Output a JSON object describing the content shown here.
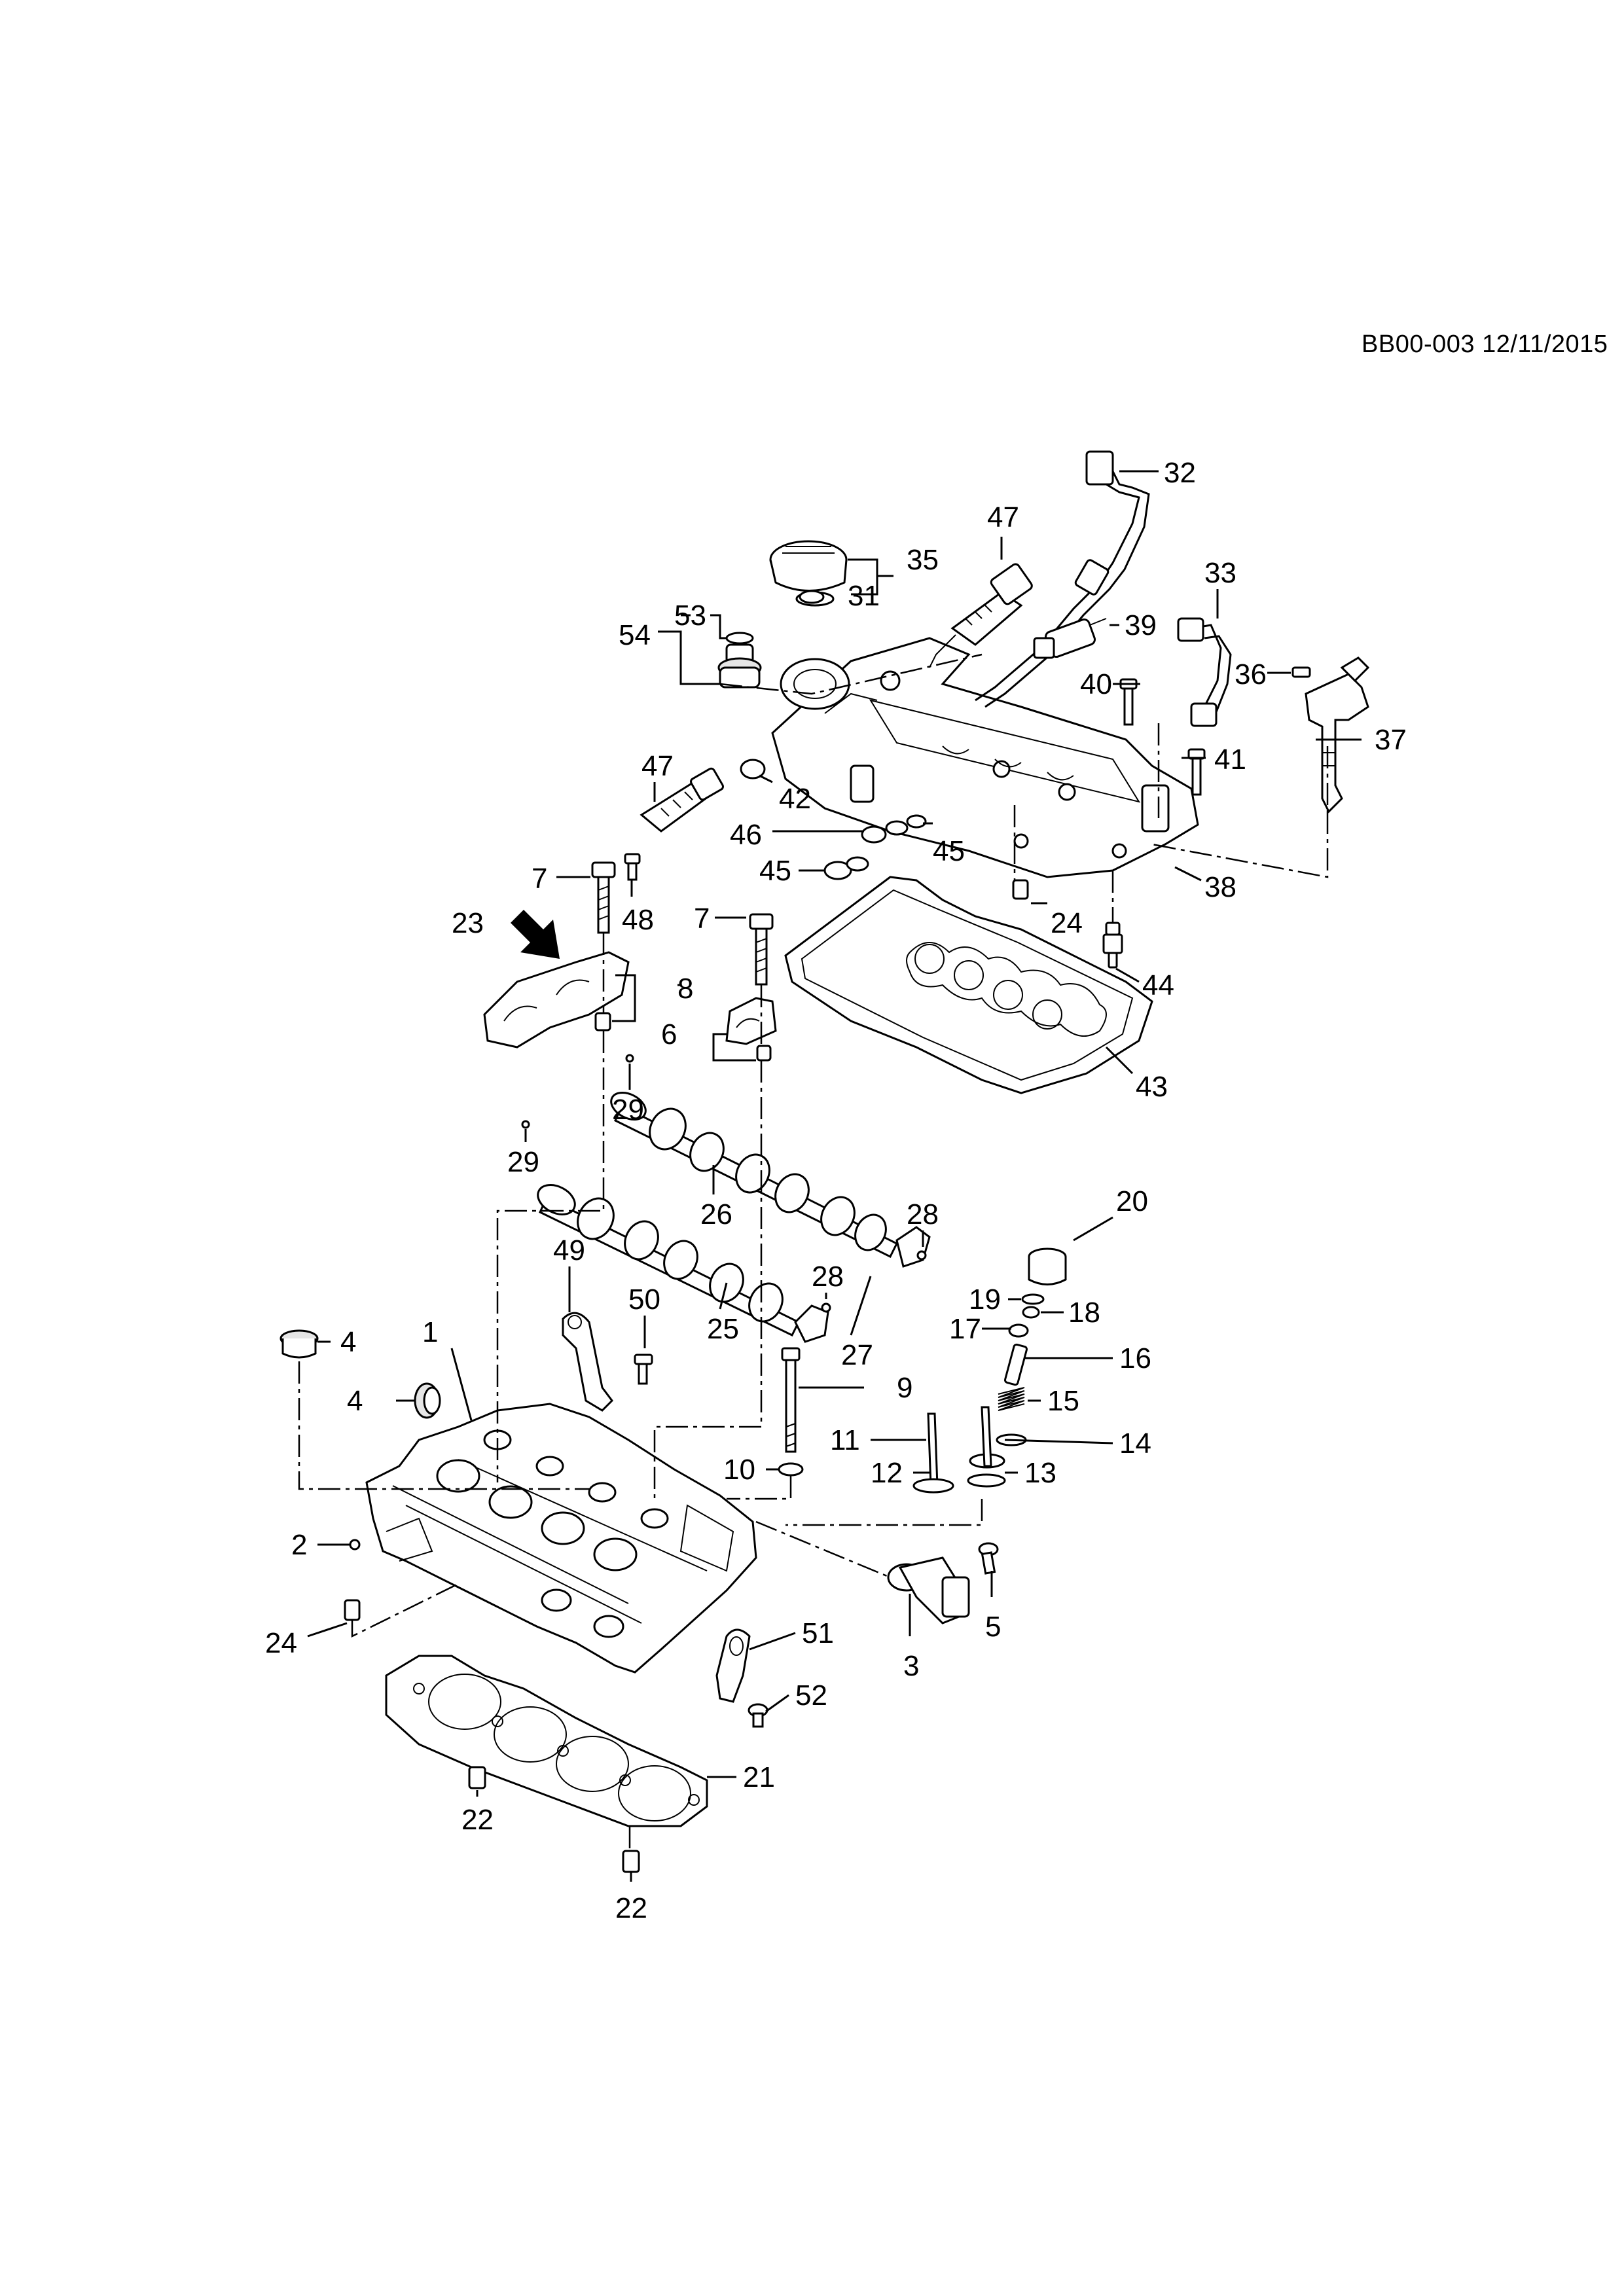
{
  "header": {
    "code": "BB00-003 12/11/2015"
  },
  "callouts": [
    {
      "id": "c32",
      "label": "32"
    },
    {
      "id": "c47a",
      "label": "47"
    },
    {
      "id": "c35",
      "label": "35"
    },
    {
      "id": "c31",
      "label": "31"
    },
    {
      "id": "c33",
      "label": "33"
    },
    {
      "id": "c53",
      "label": "53"
    },
    {
      "id": "c54",
      "label": "54"
    },
    {
      "id": "c39",
      "label": "39"
    },
    {
      "id": "c36",
      "label": "36"
    },
    {
      "id": "c40",
      "label": "40"
    },
    {
      "id": "c37",
      "label": "37"
    },
    {
      "id": "c47b",
      "label": "47"
    },
    {
      "id": "c41",
      "label": "41"
    },
    {
      "id": "c42",
      "label": "42"
    },
    {
      "id": "c46",
      "label": "46"
    },
    {
      "id": "c45a",
      "label": "45"
    },
    {
      "id": "c45b",
      "label": "45"
    },
    {
      "id": "c38",
      "label": "38"
    },
    {
      "id": "c7a",
      "label": "7"
    },
    {
      "id": "c48",
      "label": "48"
    },
    {
      "id": "c7b",
      "label": "7"
    },
    {
      "id": "c24a",
      "label": "24"
    },
    {
      "id": "c23",
      "label": "23"
    },
    {
      "id": "c44",
      "label": "44"
    },
    {
      "id": "c8",
      "label": "8"
    },
    {
      "id": "c6",
      "label": "6"
    },
    {
      "id": "c43",
      "label": "43"
    },
    {
      "id": "c29a",
      "label": "29"
    },
    {
      "id": "c29b",
      "label": "29"
    },
    {
      "id": "c26",
      "label": "26"
    },
    {
      "id": "c28a",
      "label": "28"
    },
    {
      "id": "c20",
      "label": "20"
    },
    {
      "id": "c28b",
      "label": "28"
    },
    {
      "id": "c49",
      "label": "49"
    },
    {
      "id": "c19",
      "label": "19"
    },
    {
      "id": "c50",
      "label": "50"
    },
    {
      "id": "c18",
      "label": "18"
    },
    {
      "id": "c25",
      "label": "25"
    },
    {
      "id": "c27",
      "label": "27"
    },
    {
      "id": "c17",
      "label": "17"
    },
    {
      "id": "c4a",
      "label": "4"
    },
    {
      "id": "c1",
      "label": "1"
    },
    {
      "id": "c16",
      "label": "16"
    },
    {
      "id": "c9",
      "label": "9"
    },
    {
      "id": "c4b",
      "label": "4"
    },
    {
      "id": "c15",
      "label": "15"
    },
    {
      "id": "c11",
      "label": "11"
    },
    {
      "id": "c14",
      "label": "14"
    },
    {
      "id": "c10",
      "label": "10"
    },
    {
      "id": "c12",
      "label": "12"
    },
    {
      "id": "c13",
      "label": "13"
    },
    {
      "id": "c2",
      "label": "2"
    },
    {
      "id": "c5",
      "label": "5"
    },
    {
      "id": "c24b",
      "label": "24"
    },
    {
      "id": "c3",
      "label": "3"
    },
    {
      "id": "c51",
      "label": "51"
    },
    {
      "id": "c52",
      "label": "52"
    },
    {
      "id": "c21",
      "label": "21"
    },
    {
      "id": "c22a",
      "label": "22"
    },
    {
      "id": "c22b",
      "label": "22"
    }
  ]
}
